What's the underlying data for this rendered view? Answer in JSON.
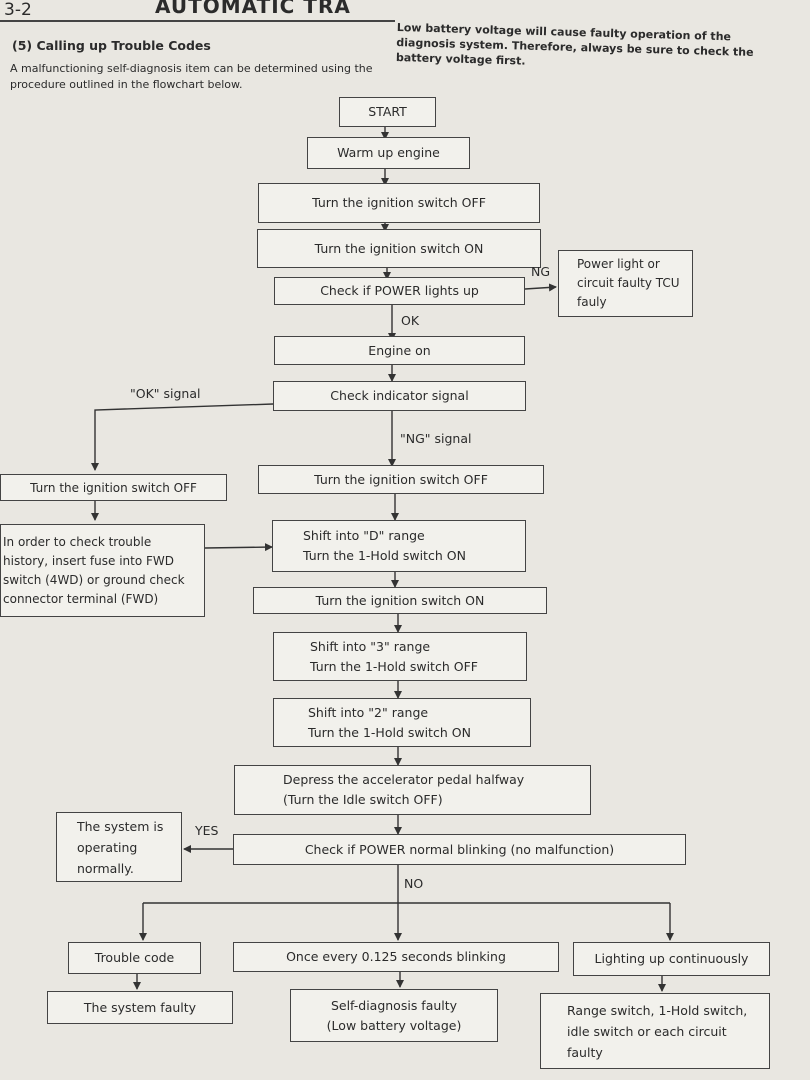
{
  "header": {
    "page_number": "3-2",
    "chapter_title": "AUTOMATIC TRA"
  },
  "section": {
    "heading": "(5)  Calling up Trouble Codes",
    "intro": "A malfunctioning self-diagnosis item can be determined using the procedure outlined in the flowchart below.",
    "note": "Low battery voltage will cause faulty operation of the diagnosis system. Therefore, always be sure to check the battery voltage first."
  },
  "flowchart": {
    "start": "START",
    "warm_up": "Warm up engine",
    "ign_off_1": "Turn the ignition switch OFF",
    "ign_on_1": "Turn the ignition switch ON",
    "check_power": "Check if POWER lights up",
    "power_faulty": "Power light or circuit faulty TCU fauly",
    "label_ng": "NG",
    "label_ok": "OK",
    "engine_on": "Engine on",
    "check_indicator": "Check indicator signal",
    "label_ok_signal": "\"OK\" signal",
    "label_ng_signal": "\"NG\" signal",
    "ign_off_left": "Turn the ignition switch OFF",
    "ign_off_2": "Turn the ignition switch OFF",
    "trouble_history": "In order to check trouble history, insert fuse into FWD switch (4WD) or ground check connector terminal (FWD)",
    "shift_d": "Shift into \"D\" range\nTurn the 1-Hold switch ON",
    "ign_on_2": "Turn the ignition switch ON",
    "shift_3": "Shift into \"3\" range\nTurn the 1-Hold switch OFF",
    "shift_2": "Shift into \"2\" range\nTurn the 1-Hold switch ON",
    "depress": "Depress the accelerator pedal halfway\n(Turn the Idle switch OFF)",
    "check_blink": "Check if POWER normal blinking  (no malfunction)",
    "system_normal": "The system is operating normally.",
    "label_yes": "YES",
    "label_no": "NO",
    "trouble_code": "Trouble code",
    "blink_0125": "Once every 0.125 seconds blinking",
    "lighting_cont": "Lighting up continuously",
    "system_faulty": "The system faulty",
    "self_diag_faulty": "Self-diagnosis faulty\n(Low battery voltage)",
    "range_switch": "Range switch, 1-Hold switch, idle switch or each circuit faulty"
  }
}
